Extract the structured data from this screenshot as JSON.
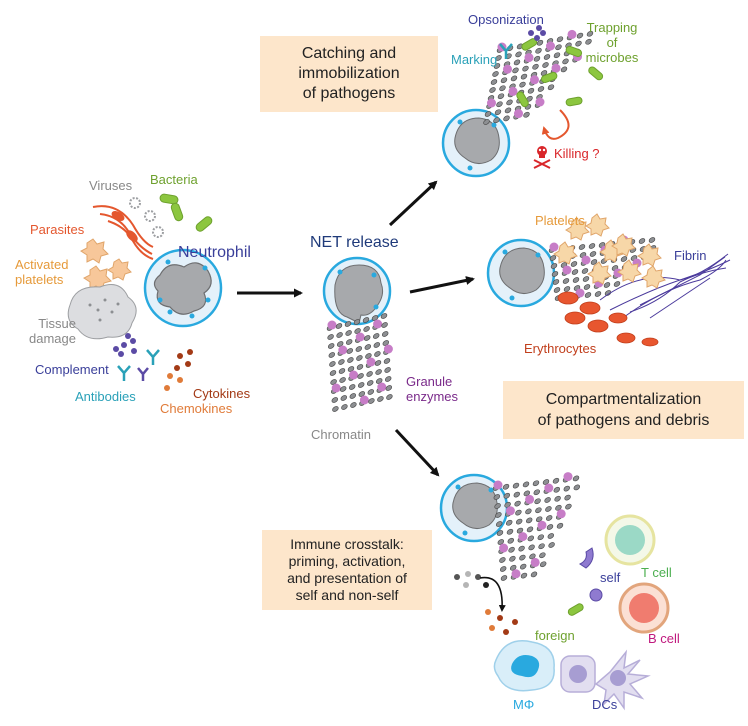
{
  "colors": {
    "neutrophil_blue": "#29a9df",
    "cell_fill": "#e4f1fa",
    "nucleus_gray": "#a7a9ac",
    "box_fill": "#fde6cb",
    "bacteria_green": "#8cc63f",
    "parasite_red": "#e4572e",
    "platelet_orange": "#f7c79a",
    "granule_purple": "#c77dc7",
    "erythrocyte_red": "#e8562f",
    "fibrin_purple": "#4b3a9c",
    "arrow_black": "#111111",
    "antibody_teal": "#2aa1b8",
    "chemokine_orange": "#e07b39",
    "cytokine_brown": "#a33a16"
  },
  "left": {
    "viruses": "Viruses",
    "bacteria": "Bacteria",
    "parasites": "Parasites",
    "neutrophil": "Neutrophil",
    "activated_platelets": "Activated\nplatelets",
    "tissue_damage": "Tissue\ndamage",
    "complement": "Complement",
    "antibodies": "Antibodies",
    "cytokines": "Cytokines",
    "chemokines": "Chemokines"
  },
  "center": {
    "net_release": "NET release",
    "granule_enzymes": "Granule\nenzymes",
    "chromatin": "Chromatin"
  },
  "top": {
    "box": "Catching and\nimmobilization\nof pathogens",
    "opsonization": "Opsonization",
    "trapping": "Trapping\nof\nmicrobes",
    "marking": "Marking",
    "killing": "Killing ?",
    "skull_icon": "skull-crossbones-icon"
  },
  "middle": {
    "platelets": "Platelets",
    "fibrin": "Fibrin",
    "erythrocytes": "Erythrocytes",
    "box": "Compartmentalization\nof pathogens and debris"
  },
  "bottom": {
    "box": "Immune crosstalk:\npriming, activation,\nand presentation of\nself and non-self",
    "self": "self",
    "foreign": "foreign",
    "t_cell": "T cell",
    "b_cell": "B cell",
    "macrophage": "MΦ",
    "dcs": "DCs"
  }
}
